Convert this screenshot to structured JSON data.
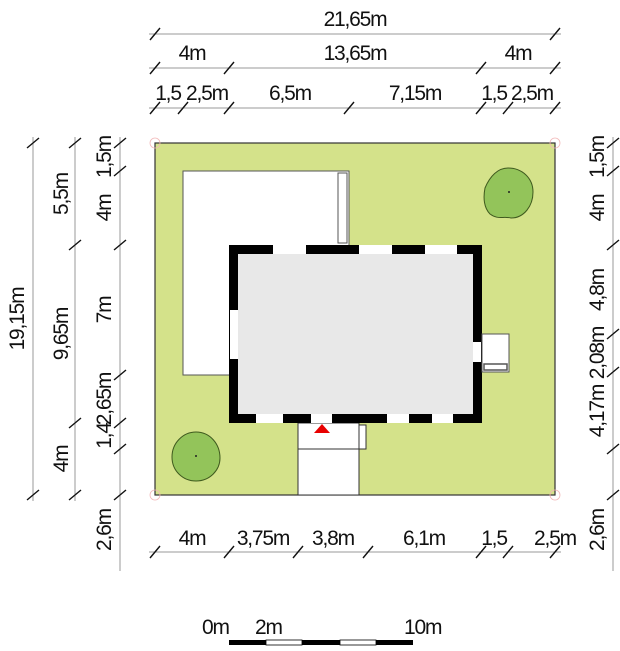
{
  "top_dimensions": {
    "overall": "21,65m",
    "row2": [
      "4m",
      "13,65m",
      "4m"
    ],
    "row3": [
      "1,5",
      "2,5m",
      "6,5m",
      "7,15m",
      "1,5",
      "2,5m"
    ]
  },
  "left_dimensions": {
    "overall": "19,15m",
    "col2": [
      "5,5m",
      "9,65m",
      "4m"
    ],
    "col3": [
      "1,5m",
      "4m",
      "7m",
      "2,65m",
      "1,4",
      "2,6m"
    ]
  },
  "right_dimensions": [
    "1,5m",
    "4m",
    "4,8m",
    "2,08m",
    "4,17m",
    "2,6m"
  ],
  "bottom_dimensions": [
    "4m",
    "3,75m",
    "3,8m",
    "6,1m",
    "1,5",
    "2,5m"
  ],
  "scale_bar": {
    "labels": [
      "0m",
      "2m",
      "10m"
    ]
  },
  "colors": {
    "plot": "#d4e28a",
    "tree": "#93c45a",
    "house_floor": "#e8e8e8",
    "wall": "#000000",
    "entrance_marker": "#e80000"
  }
}
